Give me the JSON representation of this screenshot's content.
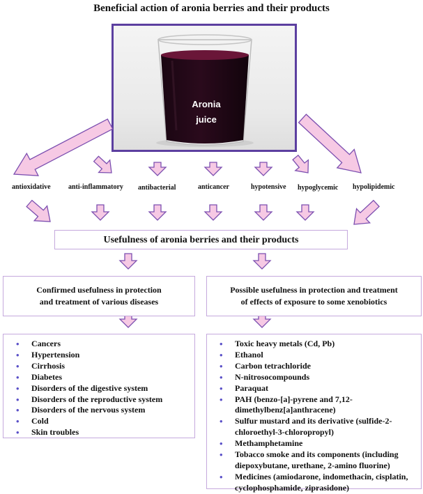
{
  "title": "Beneficial action of aronia berries and their products",
  "photo": {
    "caption_line1": "Aronia",
    "caption_line2": "juice"
  },
  "effects": [
    "antioxidative",
    "anti-inflammatory",
    "antibacterial",
    "anticancer",
    "hypotensive",
    "hypoglycemic",
    "hypolipidemic"
  ],
  "usefulness": "Usefulness of aronia berries and their products",
  "confirmed": {
    "heading_line1": "Confirmed usefulness in protection",
    "heading_line2": "and treatment of various diseases",
    "items": [
      "Cancers",
      "Hypertension",
      "Cirrhosis",
      "Diabetes",
      "Disorders of the digestive system",
      "Disorders of the reproductive system",
      "Disorders of the nervous system",
      "Cold",
      "Skin troubles"
    ]
  },
  "possible": {
    "heading_line1": "Possible usefulness in protection and treatment",
    "heading_line2": "of effects of exposure to some xenobiotics",
    "items": [
      "Toxic heavy metals (Cd, Pb)",
      "Ethanol",
      "Carbon tetrachloride",
      "N-nitrosocompounds",
      "Paraquat",
      "PAH (benzo-[a]-pyrene and 7,12-dimethylbenz[a]anthracene)",
      "Sulfur mustard and its derivative (sulfide-2-chloroethyl-3-chloropropyl)",
      "Methamphetamine",
      "Tobacco smoke and its components (including diepoxybutane, urethane, 2-amino fluorine)",
      "Medicines (amiodarone, indomethacin, cisplatin, cyclophosphamide, ziprasidone)"
    ]
  },
  "colors": {
    "arrow_fill": "#f6c9e4",
    "arrow_stroke": "#7c4fb0",
    "frame": "#5c3fa0",
    "box_border": "#c5a9dd"
  }
}
